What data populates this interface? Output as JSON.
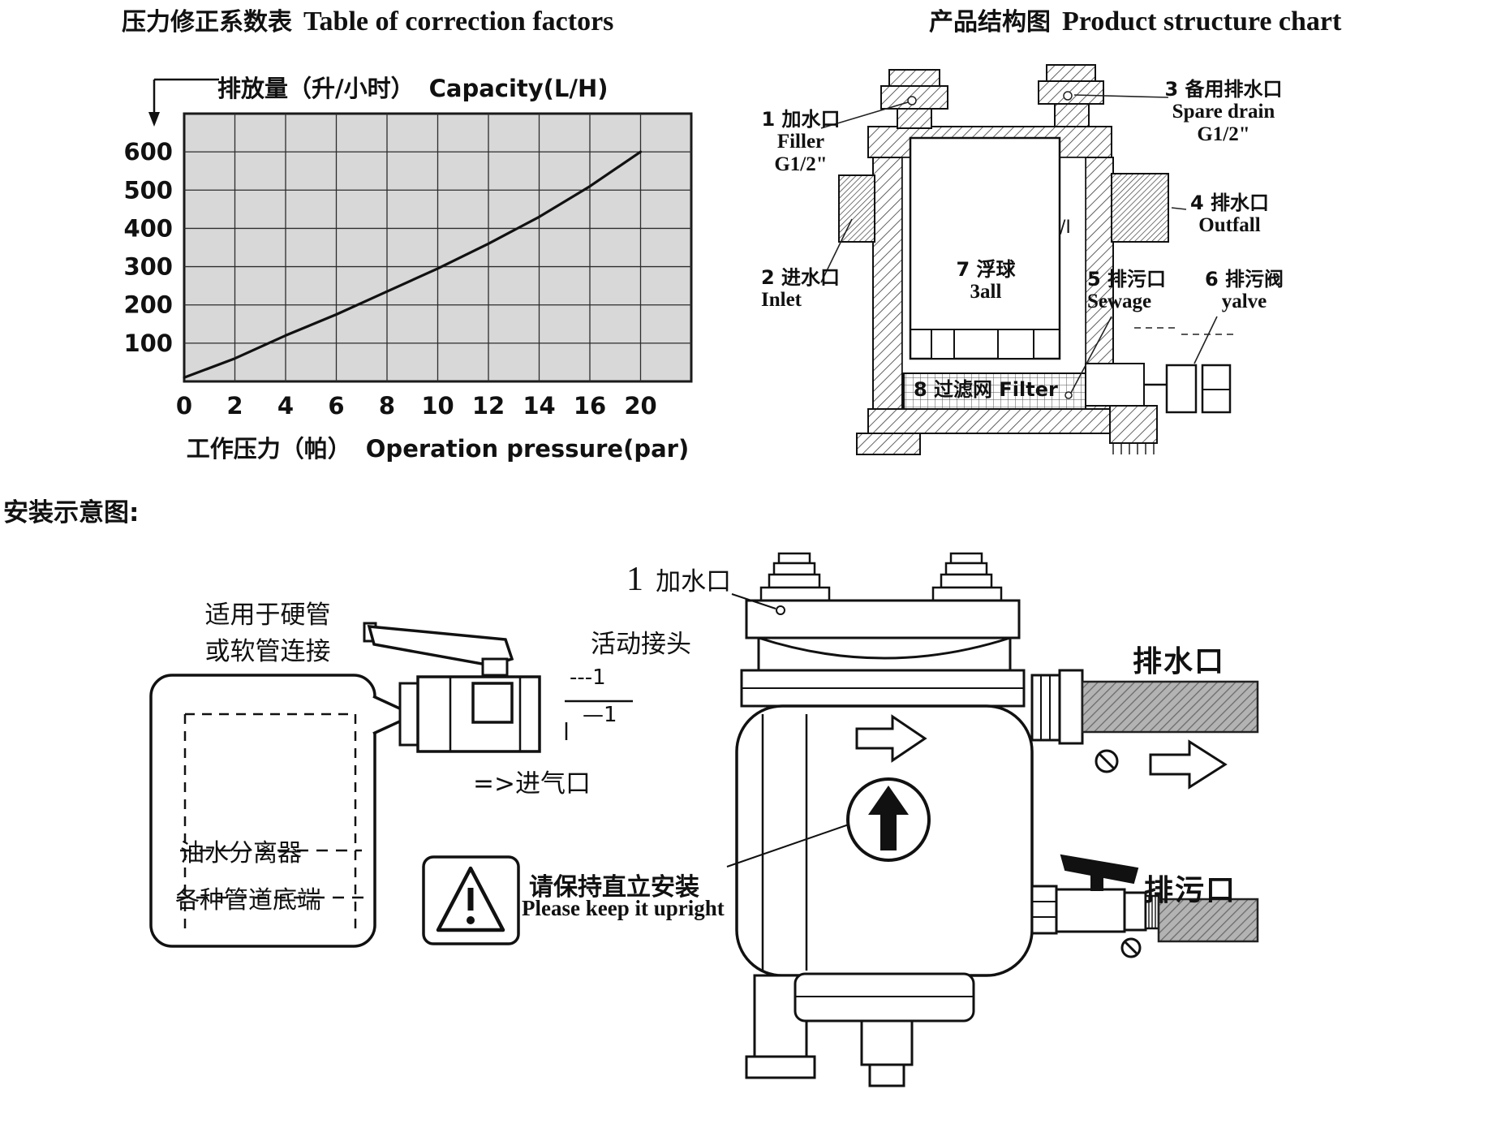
{
  "colors": {
    "plot_bg": "#d8d8d8",
    "pipe_fill": "#b3b3b3",
    "ink": "#111111"
  },
  "correction": {
    "title_zh": "压力修正系数表",
    "title_en": "Table of correction factors",
    "capacity_zh": "排放量（升/小时）",
    "capacity_en": "Capacity(L/H)",
    "pressure_zh": "工作压力（帕）",
    "pressure_en": "Operation pressure(par)"
  },
  "chart_data": {
    "type": "line",
    "title": "压力修正系数表 Table of correction factors",
    "xlabel": "工作压力（帕） Operation pressure(par)",
    "ylabel": "排放量（升/小时） Capacity(L/H)",
    "x_tick_labels": [
      0,
      2,
      4,
      6,
      8,
      10,
      12,
      14,
      16,
      20
    ],
    "y_tick_labels": [
      100,
      200,
      300,
      400,
      500,
      600
    ],
    "xlim": [
      0,
      20
    ],
    "ylim": [
      0,
      700
    ],
    "grid": true,
    "legend": false,
    "plot_bg": "#d8d8d8",
    "series": [
      {
        "name": "Capacity (L/H)",
        "x": [
          0,
          2,
          4,
          6,
          8,
          10,
          12,
          14,
          16,
          20
        ],
        "values": [
          10,
          60,
          120,
          175,
          235,
          295,
          360,
          430,
          510,
          600
        ]
      }
    ]
  },
  "structure": {
    "title_zh": "产品结构图",
    "title_en": "Product structure chart",
    "label1": [
      "1 加水口",
      "Filler",
      "G1/2\""
    ],
    "label2": [
      "2 进水口",
      "Inlet"
    ],
    "label3": [
      "3 备用排水口",
      "Spare drain",
      "G1/2\""
    ],
    "label4": [
      "4 排水口",
      "Outfall"
    ],
    "label5": [
      "5 排污口",
      "Sewage"
    ],
    "label6": [
      "6 排污阀",
      "yalve"
    ],
    "label7": [
      "7 浮球",
      "3all"
    ],
    "label8": "8 过滤网 Filter",
    "mark": "/I"
  },
  "install": {
    "heading": "安装示意图:",
    "pipe_note": [
      "适用于硬管",
      "或软管连接"
    ],
    "bubble_line1": "油水分离器",
    "bubble_line2": "各种管道底端",
    "union_label": "活动接头",
    "union_mark1": "---1",
    "union_mark2": "—1",
    "air_inlet": "=>进气口",
    "upright_zh": "请保持直立安装",
    "upright_en": "Please keep it upright",
    "filler_no": "1",
    "filler_label": "加水口",
    "outfall_label": "排水口",
    "sewage_label": "排污口"
  }
}
